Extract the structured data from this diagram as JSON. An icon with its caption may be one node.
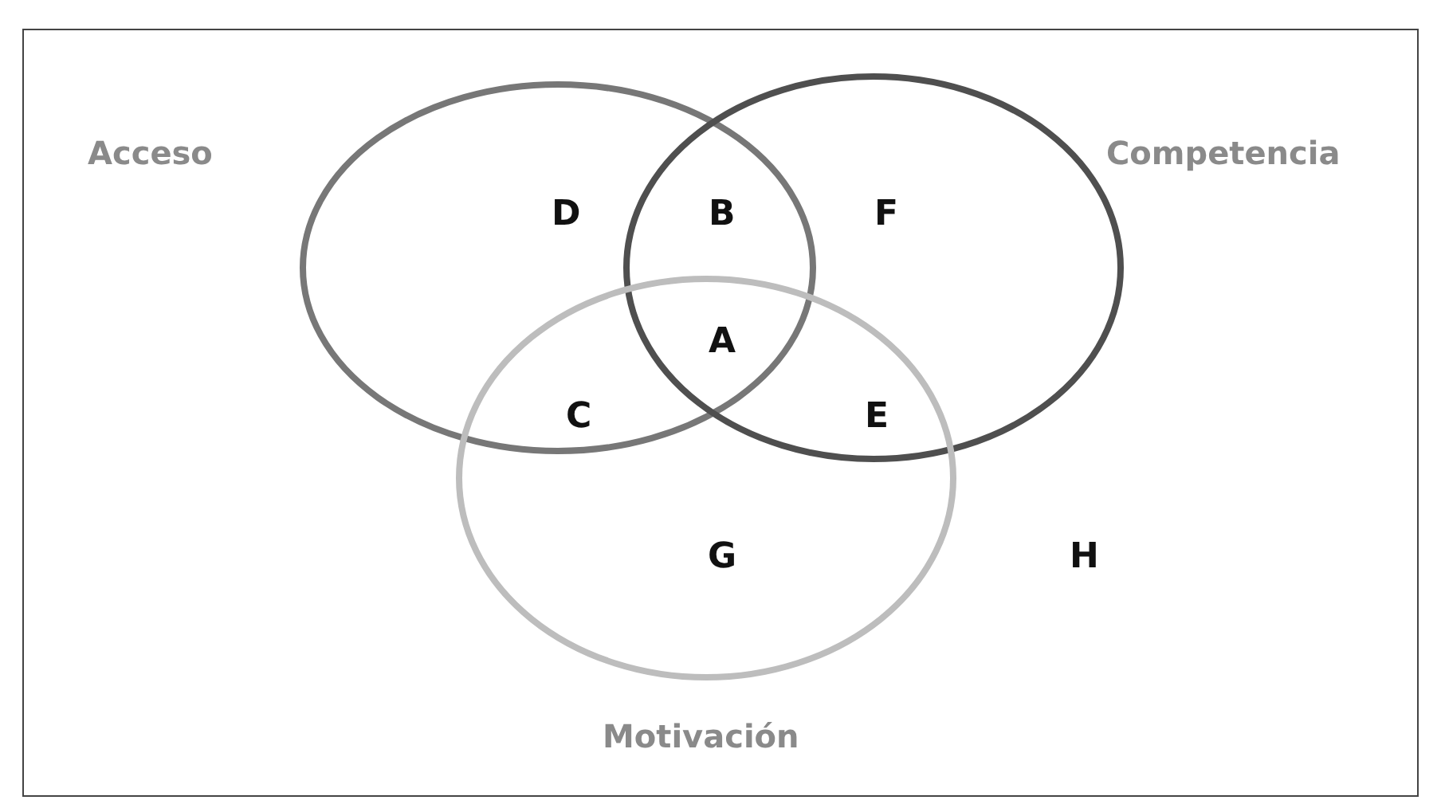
{
  "diagram": {
    "nodes": [
      {
        "text": [
          "Acceso"
        ]
      },
      {
        "text": [
          "Competencia"
        ]
      },
      {
        "text": [
          "Motivación"
        ]
      }
    ],
    "edges": [],
    "labels": [
      "D",
      "B",
      "F",
      "A",
      "C",
      "E",
      "G",
      "H"
    ]
  }
}
